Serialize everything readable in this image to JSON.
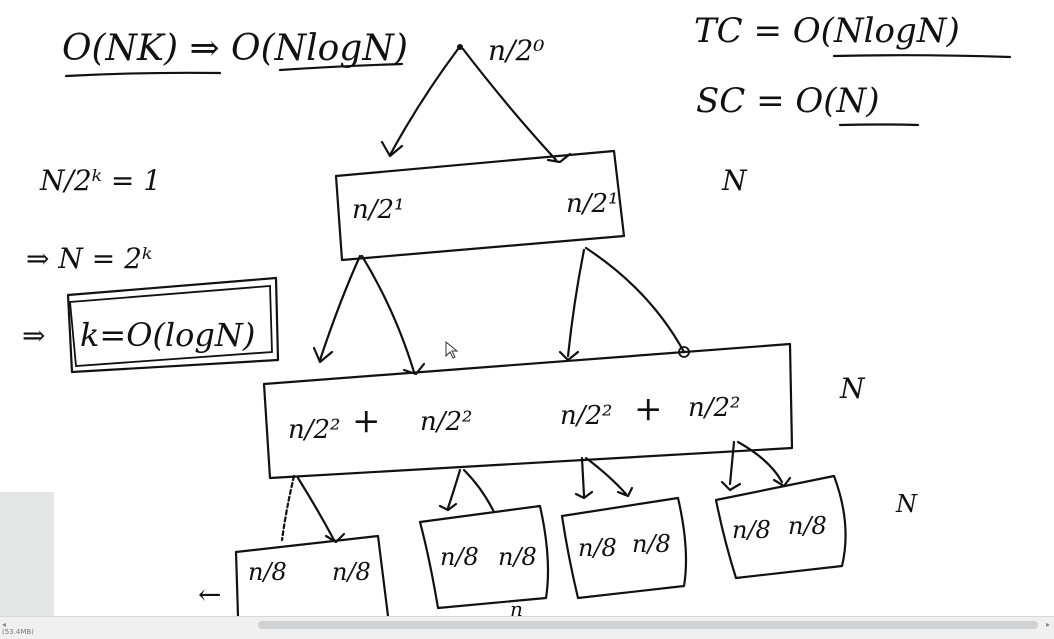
{
  "canvas": {
    "background": "#ffffff",
    "ink_color": "#111111",
    "tool": "handwriting-whiteboard"
  },
  "notes": {
    "complexity_left": "O(NK) ⇒ O(NlogN)",
    "root_label": "n/2⁰",
    "tc": "TC =  O(NlogN)",
    "sc": "SC =  O(N)",
    "n_right_1": "N",
    "n_right_2": "N",
    "n_right_3": "N",
    "derivation": {
      "line1": "N/2ᵏ = 1",
      "line2": "⇒ N = 2ᵏ",
      "line3": "⇒",
      "boxed": "k=O(logN)"
    }
  },
  "tree": {
    "level1": [
      "n/2¹",
      "n/2¹"
    ],
    "level2": [
      "n/2²",
      "+",
      "n/2²",
      "n/2²",
      "+",
      "n/2²"
    ],
    "level3": [
      [
        "n/8",
        "n/8"
      ],
      [
        "n/8",
        "n/8"
      ],
      [
        "n/8",
        "n/8"
      ],
      [
        "n/8",
        "n/8"
      ]
    ],
    "arrow_left": "←",
    "partial_n": "n"
  },
  "ui": {
    "status_text": "(53.4MB)",
    "scroll_left": "◂",
    "scroll_right": "▸"
  }
}
